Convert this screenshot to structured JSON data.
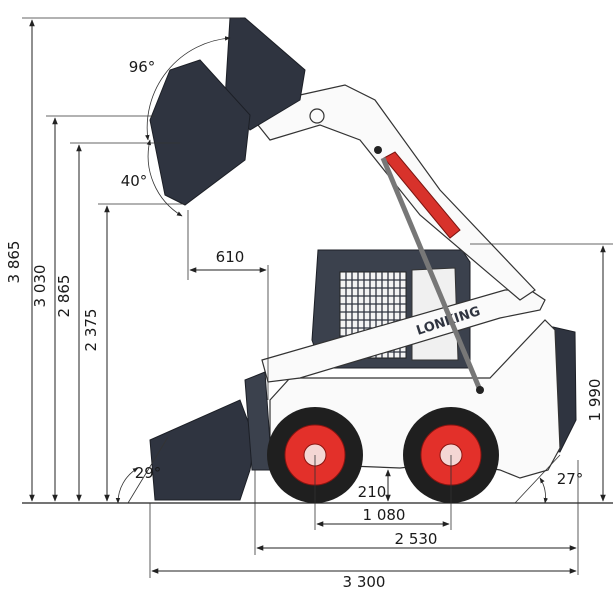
{
  "dimensions": {
    "max_pin_height": "3 865",
    "bucket_hinge_height": "3 030",
    "dump_height": "2 865",
    "dump_clearance": "2 375",
    "dump_reach": "610",
    "overall_height": "1 990",
    "ground_clearance": "210",
    "wheelbase": "1 080",
    "length_without_bucket": "2 530",
    "length_with_bucket": "3 300"
  },
  "angles": {
    "rollback_raised": "96°",
    "dump_angle": "40°",
    "rollback_ground": "29°",
    "departure_angle": "27°"
  },
  "brand_decal": "LONKING",
  "colors": {
    "body": "#fafafa",
    "dark_parts": "#2f3440",
    "cylinder": "#d8322b",
    "rim": "#e3302a",
    "tire": "#1f1f1f"
  }
}
